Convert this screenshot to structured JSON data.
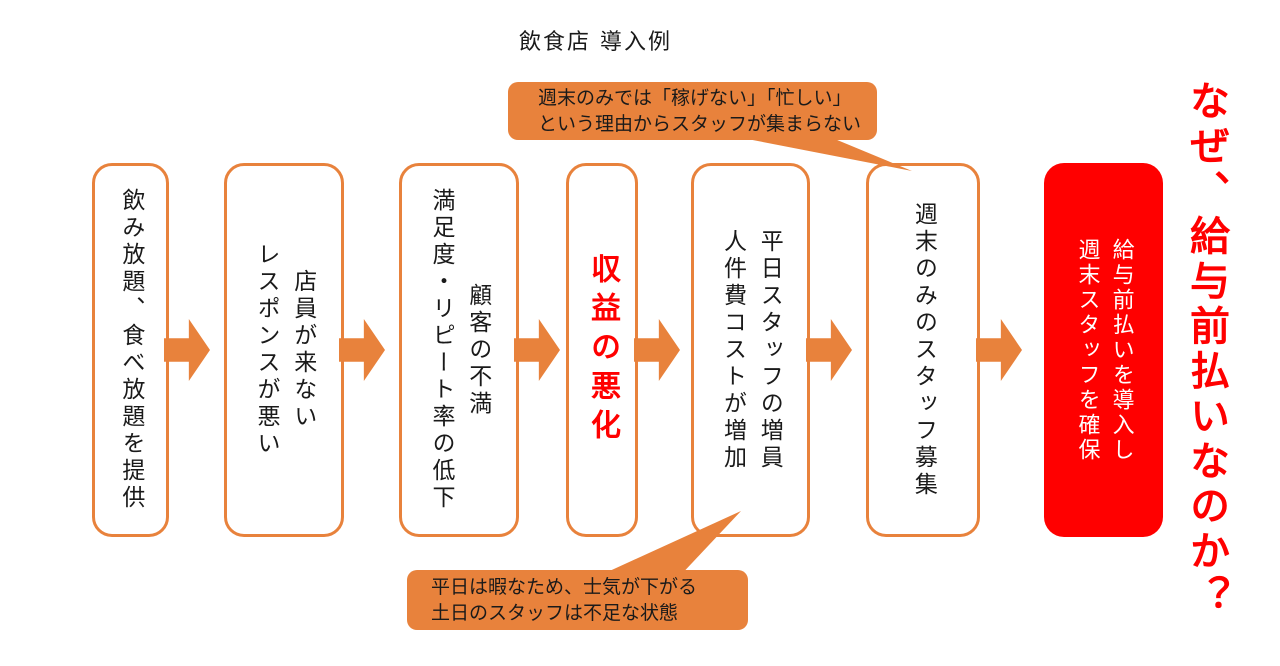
{
  "title": "飲食店 導入例",
  "colors": {
    "accent_orange": "#E8823C",
    "accent_red": "#FF0000",
    "box_background": "#FFFFFF",
    "text": "#1A1A1A"
  },
  "flow": {
    "boxes": [
      {
        "text": "飲み放題、食べ放題を提供"
      },
      {
        "text": "店員が来ない\nレスポンスが悪い"
      },
      {
        "text": "顧客の不満\n満足度・リピート率の低下"
      },
      {
        "text": "収益の悪化"
      },
      {
        "text": "平日スタッフの増員\n人件費コストが増加"
      },
      {
        "text": "週末のみのスタッフ募集"
      },
      {
        "text": "給与前払いを導入し\n週末スタッフを確保"
      }
    ]
  },
  "callouts": {
    "top": {
      "text": "週末のみでは「稼げない」「忙しい」\nという理由からスタッフが集まらない"
    },
    "bottom": {
      "text": "平日は暇なため、士気が下がる\n土日のスタッフは不足な状態"
    }
  },
  "side_note": "なぜ、給与前払いなのか？"
}
